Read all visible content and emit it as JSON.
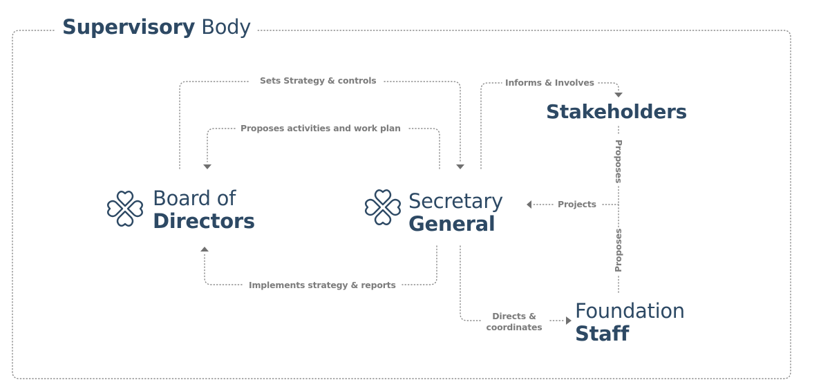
{
  "frame": {
    "title_bold": "Supervisory",
    "title_regular": "Body"
  },
  "nodes": {
    "board": {
      "line1": "Board of",
      "line2": "Directors",
      "icon": "clover-hearts-icon"
    },
    "secretary": {
      "line1": "Secretary",
      "line2": "General",
      "icon": "clover-hearts-icon"
    },
    "stakeholders": {
      "line2": "Stakeholders"
    },
    "staff": {
      "line1": "Foundation",
      "line2": "Staff"
    }
  },
  "edges": [
    {
      "id": "sets-strategy",
      "from": "Board of Directors",
      "to": "Secretary General",
      "label": "Sets Strategy & controls"
    },
    {
      "id": "proposes-activities",
      "from": "Secretary General",
      "to": "Board of Directors",
      "label": "Proposes activities and work plan"
    },
    {
      "id": "implements-strategy",
      "from": "Secretary General",
      "to": "Board of Directors",
      "label": "Implements strategy & reports"
    },
    {
      "id": "informs-involves",
      "from": "Secretary General",
      "to": "Stakeholders",
      "label": "Informs & Involves"
    },
    {
      "id": "projects",
      "from": "Stakeholders / Foundation Staff",
      "to": "Secretary General",
      "label": "Projects"
    },
    {
      "id": "stakeholders-proposes",
      "from": "Stakeholders",
      "to": "Secretary General",
      "label": "Proposes"
    },
    {
      "id": "staff-proposes",
      "from": "Foundation Staff",
      "to": "Secretary General",
      "label": "Proposes"
    },
    {
      "id": "directs-coordinates",
      "from": "Secretary General",
      "to": "Foundation Staff",
      "label_line1": "Directs &",
      "label_line2": "coordinates"
    }
  ],
  "colors": {
    "primary": "#2d4964",
    "connector": "#8a8a8a",
    "label": "#7c7c7c",
    "arrow": "#707070"
  }
}
